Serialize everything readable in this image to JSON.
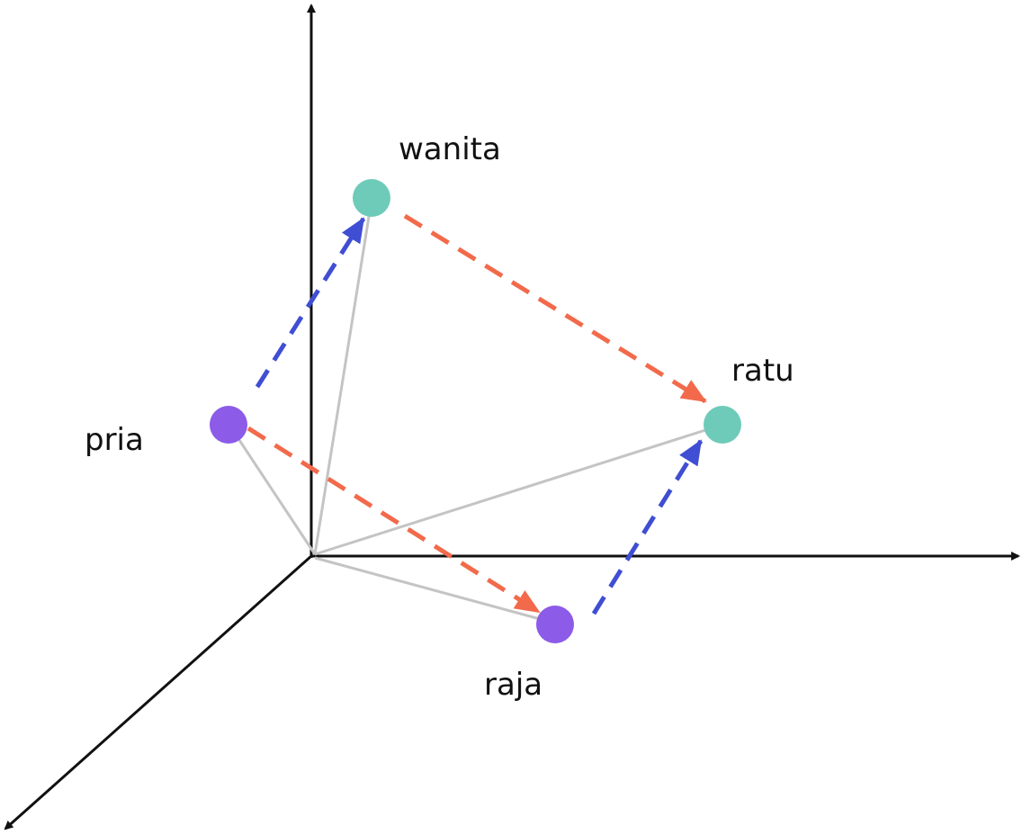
{
  "title": "Word vector analogy diagram",
  "words": {
    "wanita": "wanita",
    "ratu": "ratu",
    "pria": "pria",
    "raja": "raja"
  },
  "colors": {
    "feminine_point": "#6ECBB9",
    "masculine_point": "#8C5BE8",
    "gender_vector": "#3F4ED3",
    "royalty_vector": "#F26A4B",
    "position_vector": "#C4C4C4",
    "axis": "#111111"
  }
}
